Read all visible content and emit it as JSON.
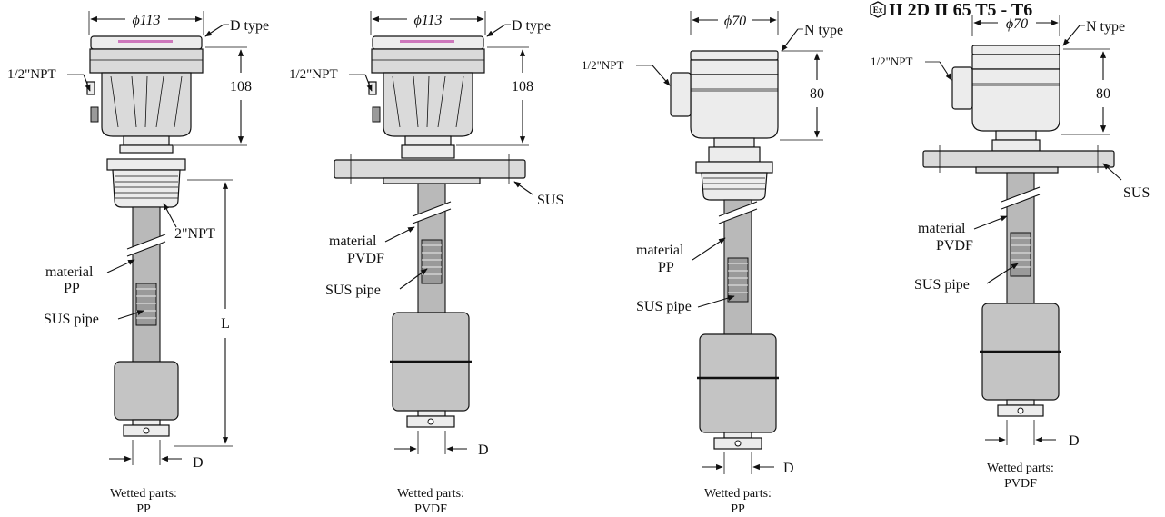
{
  "certification": {
    "symbol": "Ex",
    "marking": "II 2D II 65 T5 - T6"
  },
  "variants": [
    {
      "id": "d-pp",
      "diameter": "ϕ113",
      "head_type": "D type",
      "conduit": "1/2\"NPT",
      "head_height": "108",
      "mount": "2\"NPT",
      "rod_material_label": "material",
      "rod_material": "PP",
      "pipe": "SUS pipe",
      "length_label": "L",
      "float_dim": "D",
      "wetted_label": "Wetted parts:",
      "wetted_material": "PP"
    },
    {
      "id": "d-pvdf",
      "diameter": "ϕ113",
      "head_type": "D type",
      "conduit": "1/2\"NPT",
      "head_height": "108",
      "mount": "SUS",
      "rod_material_label": "material",
      "rod_material": "PVDF",
      "pipe": "SUS pipe",
      "float_dim": "D",
      "wetted_label": "Wetted parts:",
      "wetted_material": "PVDF"
    },
    {
      "id": "n-pp",
      "diameter": "ϕ70",
      "head_type": "N type",
      "conduit": "1/2\"NPT",
      "head_height": "80",
      "rod_material_label": "material",
      "rod_material": "PP",
      "pipe": "SUS pipe",
      "float_dim": "D",
      "wetted_label": "Wetted parts:",
      "wetted_material": "PP"
    },
    {
      "id": "n-pvdf",
      "diameter": "ϕ70",
      "head_type": "N type",
      "conduit": "1/2\"NPT",
      "head_height": "80",
      "mount": "SUS",
      "rod_material_label": "material",
      "rod_material": "PVDF",
      "pipe": "SUS pipe",
      "float_dim": "D",
      "wetted_label": "Wetted parts:",
      "wetted_material": "PVDF"
    }
  ]
}
